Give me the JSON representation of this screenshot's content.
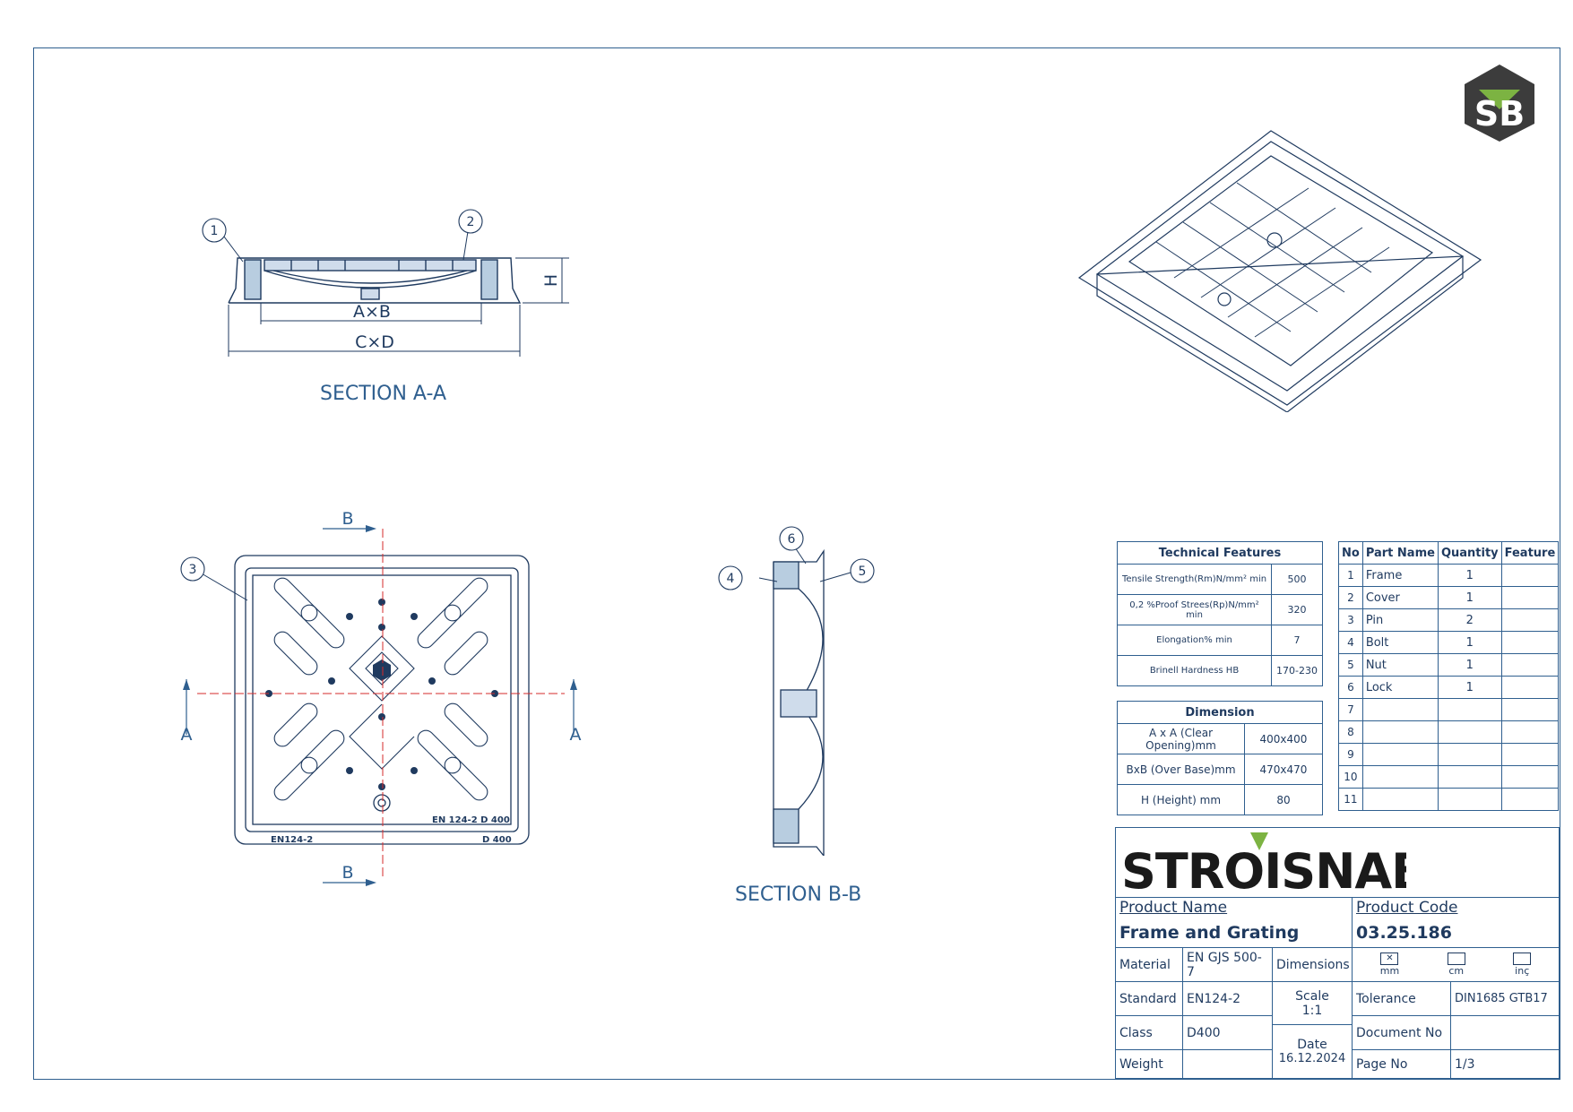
{
  "sections": {
    "a_title": "SECTION A-A",
    "b_title": "SECTION B-B",
    "dim_axb": "A×B",
    "dim_cxd": "C×D",
    "dim_h": "H",
    "cut_a": "A",
    "cut_b": "B"
  },
  "balloons": [
    "1",
    "2",
    "3",
    "4",
    "5",
    "6"
  ],
  "markings": {
    "standard": "EN124-2",
    "class": "D 400",
    "cover": "EN 124-2 D 400"
  },
  "technical_features": {
    "title": "Technical Features",
    "rows": [
      {
        "label": "Tensile Strength(Rm)N/mm² min",
        "value": "500"
      },
      {
        "label": "0,2 %Proof Strees(Rp)N/mm² min",
        "value": "320"
      },
      {
        "label": "Elongation% min",
        "value": "7"
      },
      {
        "label": "Brinell Hardness HB",
        "value": "170-230"
      }
    ]
  },
  "dimension": {
    "title": "Dimension",
    "rows": [
      {
        "label": "A x A (Clear Opening)mm",
        "value": "400x400"
      },
      {
        "label": "BxB (Over Base)mm",
        "value": "470x470"
      },
      {
        "label": "H (Height) mm",
        "value": "80"
      }
    ]
  },
  "parts_list": {
    "headers": [
      "No",
      "Part Name",
      "Quantity",
      "Feature"
    ],
    "rows": [
      {
        "no": "1",
        "name": "Frame",
        "qty": "1"
      },
      {
        "no": "2",
        "name": "Cover",
        "qty": "1"
      },
      {
        "no": "3",
        "name": "Pin",
        "qty": "2"
      },
      {
        "no": "4",
        "name": "Bolt",
        "qty": "1"
      },
      {
        "no": "5",
        "name": "Nut",
        "qty": "1"
      },
      {
        "no": "6",
        "name": "Lock",
        "qty": "1"
      },
      {
        "no": "7",
        "name": "",
        "qty": ""
      },
      {
        "no": "8",
        "name": "",
        "qty": ""
      },
      {
        "no": "9",
        "name": "",
        "qty": ""
      },
      {
        "no": "10",
        "name": "",
        "qty": ""
      },
      {
        "no": "11",
        "name": "",
        "qty": ""
      }
    ]
  },
  "title_block": {
    "brand": "STROISNAB",
    "product_name_label": "Product Name",
    "product_name": "Frame and Grating",
    "product_code_label": "Product Code",
    "product_code": "03.25.186",
    "material_label": "Material",
    "material": "EN GJS 500-7",
    "dimensions_label": "Dimensions",
    "units": [
      "mm",
      "cm",
      "inç"
    ],
    "standard_label": "Standard",
    "standard": "EN124-2",
    "scale_label": "Scale",
    "scale": "1:1",
    "tolerance_label": "Tolerance",
    "tolerance": "DIN1685 GTB17",
    "class_label": "Class",
    "class": "D400",
    "document_no_label": "Document No",
    "document_no": "",
    "weight_label": "Weight",
    "weight": "",
    "date_label": "Date",
    "date": "16.12.2024",
    "page_no_label": "Page No",
    "page_no": "1/3"
  },
  "colors": {
    "line": "#2f5f8f",
    "dark": "#1f3a5f",
    "accent_green": "#7cb342",
    "logo_gray": "#3c3c3c",
    "section_line": "#d62b2b"
  }
}
